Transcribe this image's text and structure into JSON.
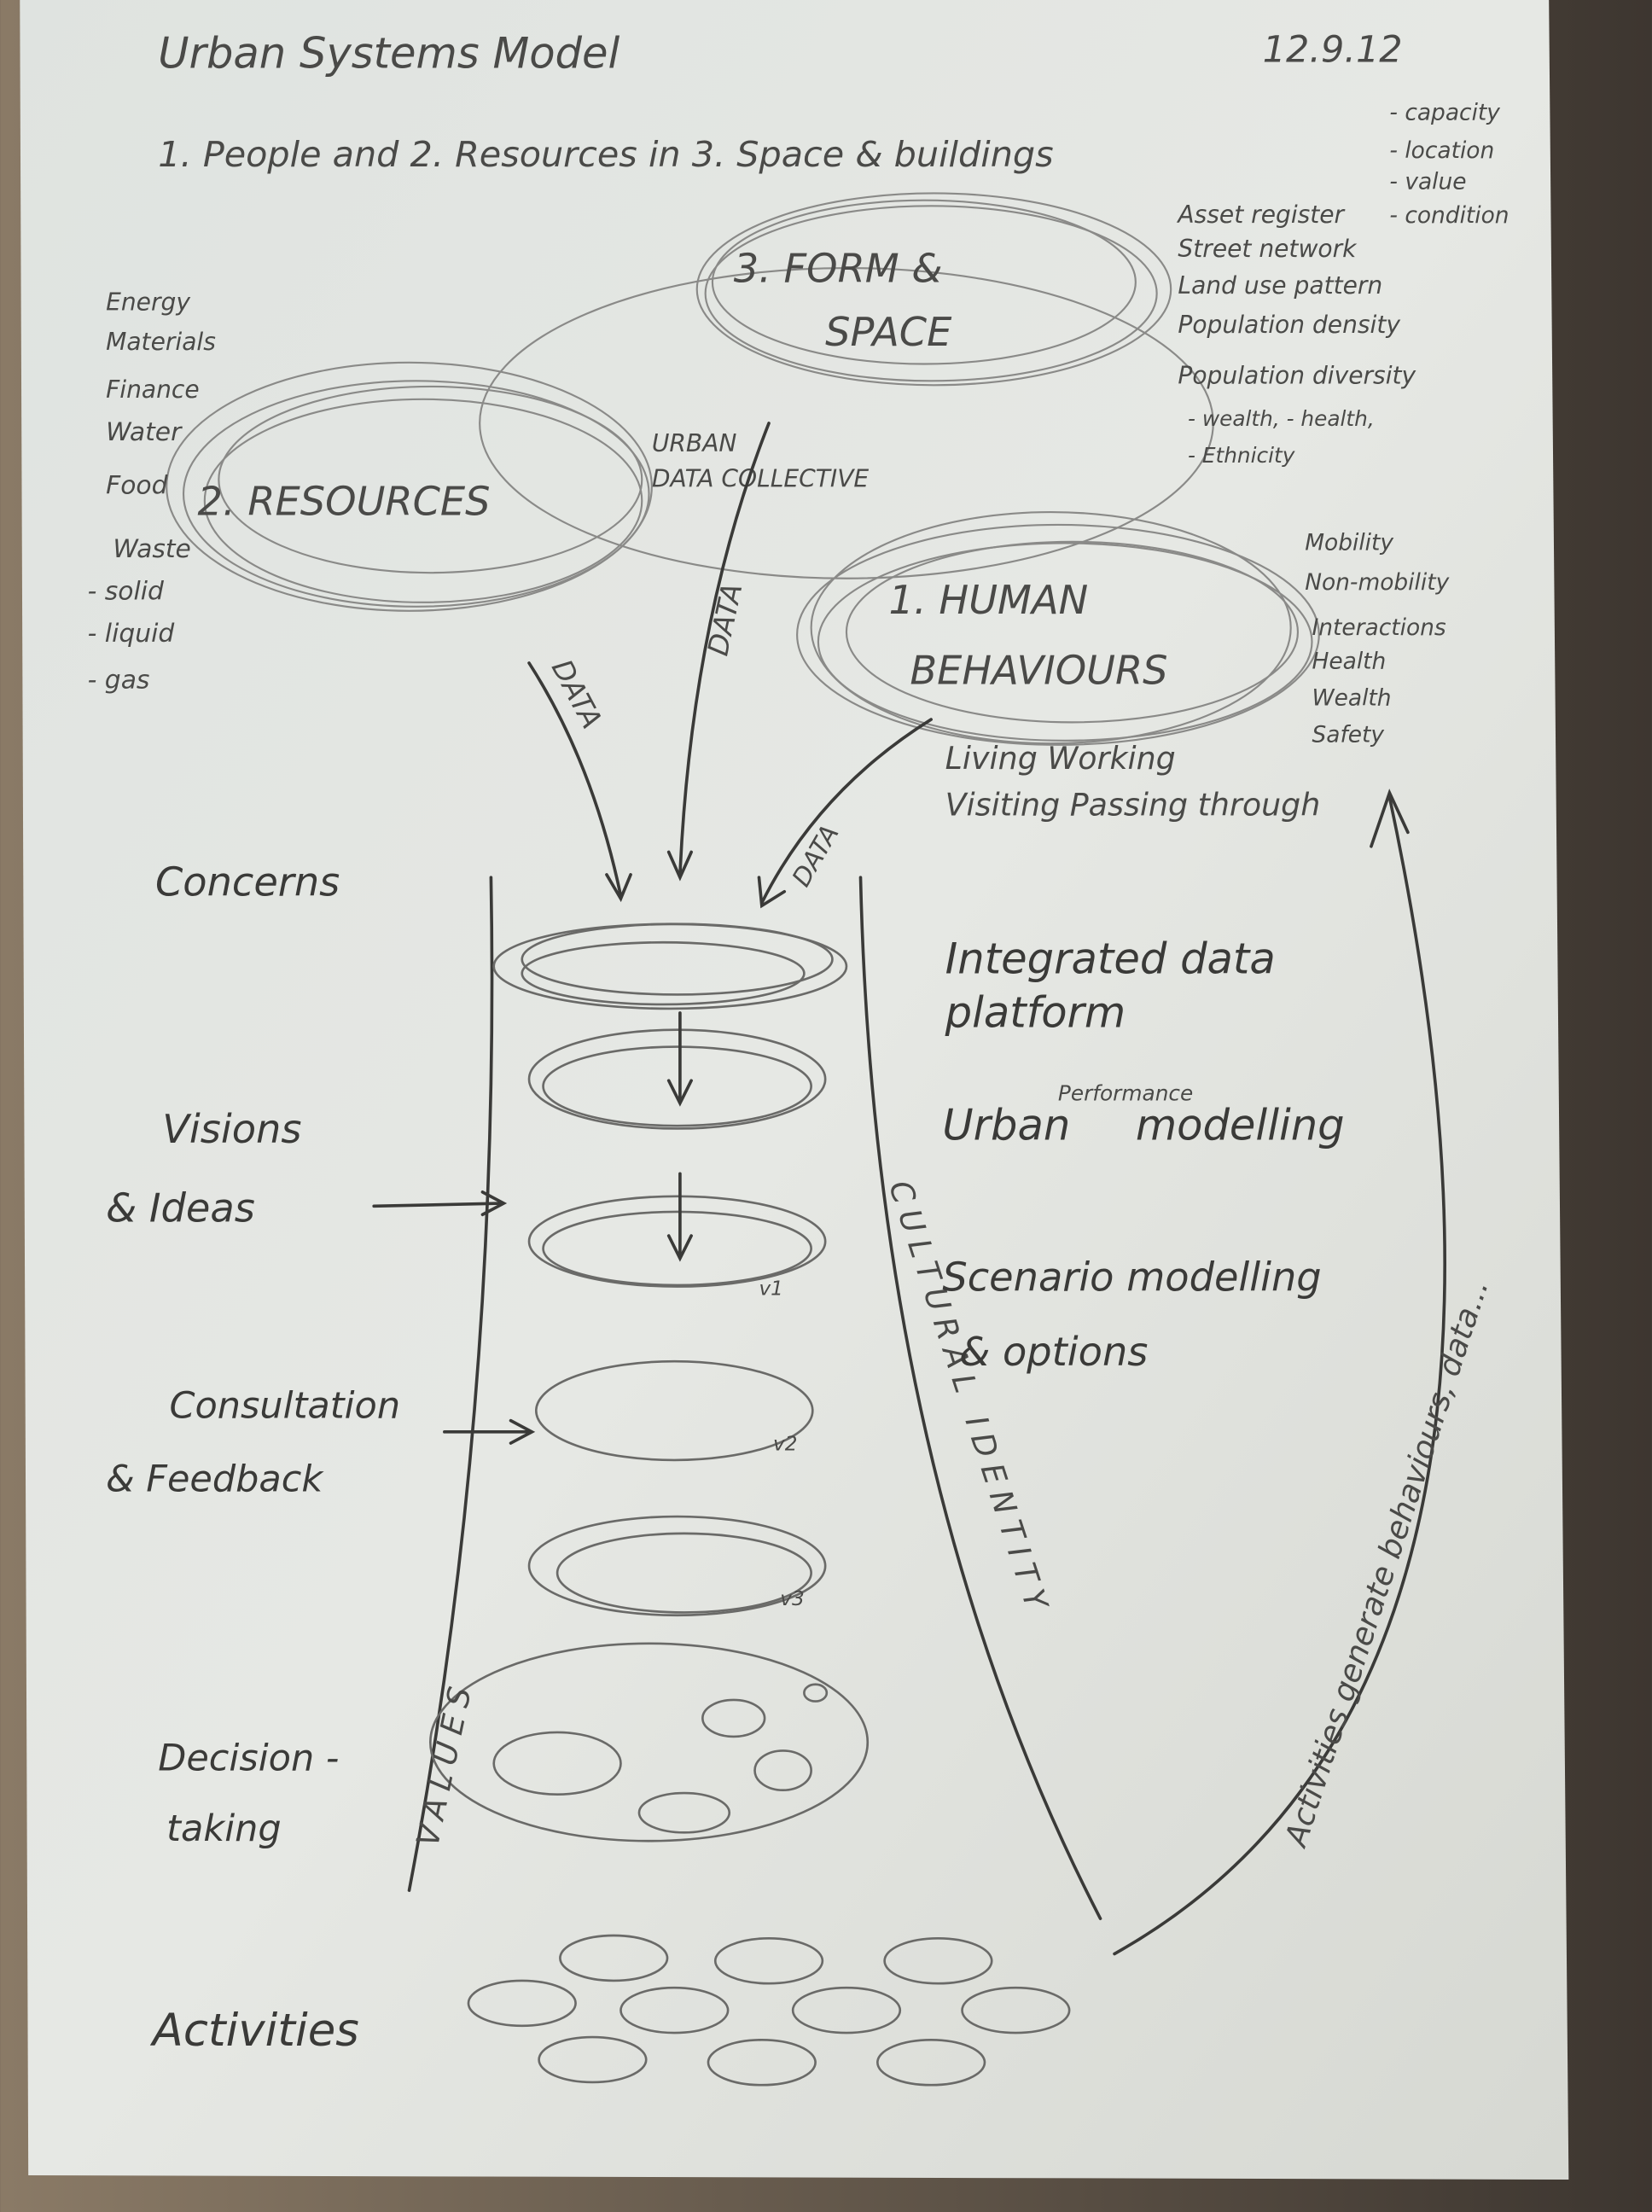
{
  "header": {
    "title": "Urban Systems Model",
    "date": "12.9.12",
    "subtitle": "1. People and 2. Resources in 3. Space & buildings"
  },
  "form_space": {
    "label_line1": "3. FORM &",
    "label_line2": "SPACE",
    "attributes": [
      "- capacity",
      "- location",
      "- value",
      "- condition"
    ],
    "items": [
      "Asset register",
      "Street network",
      "Land use pattern",
      "Population density",
      "Population diversity",
      "- wealth, - health,",
      "- Ethnicity"
    ]
  },
  "resources": {
    "label": "2. RESOURCES",
    "items": [
      "Energy",
      "Materials",
      "Finance",
      "Water",
      "Food",
      "Waste",
      "- solid",
      "- liquid",
      "- gas"
    ]
  },
  "urban_data": {
    "line1": "URBAN",
    "line2": "DATA COLLECTIVE"
  },
  "human_behaviours": {
    "label_line1": "1. HUMAN",
    "label_line2": "BEHAVIOURS",
    "items": [
      "Mobility",
      "Non-mobility",
      "Interactions",
      "Health",
      "Wealth",
      "Safety"
    ],
    "activities_line1": "Living Working",
    "activities_line2": "Visiting Passing through"
  },
  "data_arrows": [
    "DATA",
    "DATA",
    "DATA"
  ],
  "stages": {
    "left": [
      "Concerns",
      "Visions",
      "& Ideas",
      "Consultation",
      "& Feedback",
      "Decision -",
      "taking",
      "Activities"
    ],
    "right": [
      "Integrated data",
      "platform",
      "Urban",
      "Performance",
      "modelling",
      "Scenario modelling",
      "& options"
    ],
    "versions": [
      "v1",
      "v2",
      "v3"
    ]
  },
  "funnel": {
    "left_wall": "VALUES",
    "right_wall": "CULTURAL IDENTITY"
  },
  "feedback_loop": "Activities generate behaviours, data..."
}
